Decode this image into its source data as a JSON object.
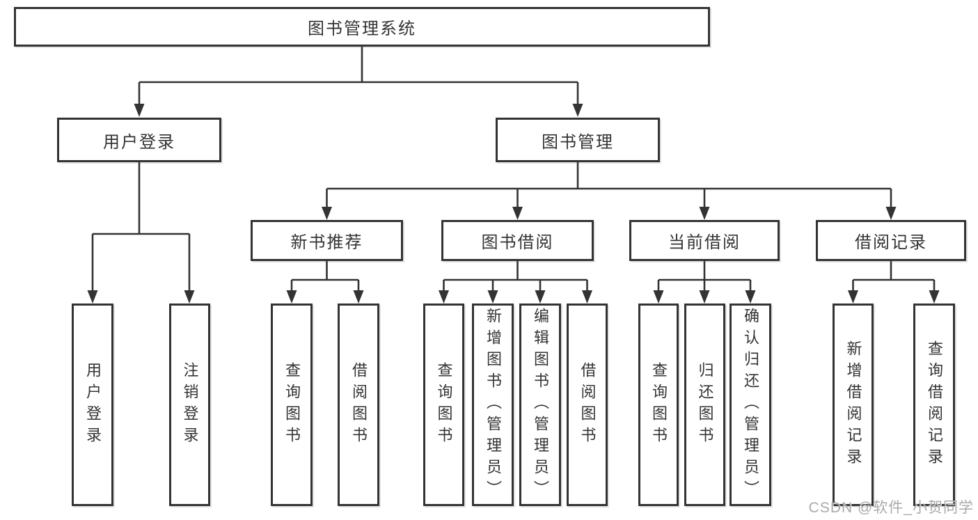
{
  "tree": {
    "root": {
      "label": "图书管理系统",
      "children": [
        {
          "label": "用户登录",
          "children": [
            {
              "label": "用户登录"
            },
            {
              "label": "注销登录"
            }
          ]
        },
        {
          "label": "图书管理",
          "children": [
            {
              "label": "新书推荐",
              "children": [
                {
                  "label": "查询图书"
                },
                {
                  "label": "借阅图书"
                }
              ]
            },
            {
              "label": "图书借阅",
              "children": [
                {
                  "label": "查询图书"
                },
                {
                  "label": "新增图书（管理员）"
                },
                {
                  "label": "编辑图书（管理员）"
                },
                {
                  "label": "借阅图书"
                }
              ]
            },
            {
              "label": "当前借阅",
              "children": [
                {
                  "label": "查询图书"
                },
                {
                  "label": "归还图书"
                },
                {
                  "label": "确认归还（管理员）"
                }
              ]
            },
            {
              "label": "借阅记录",
              "children": [
                {
                  "label": "新增借阅记录"
                },
                {
                  "label": "查询借阅记录"
                }
              ]
            }
          ]
        }
      ]
    }
  },
  "watermark": {
    "text": "CSDN @软件_小贺同学"
  },
  "colors": {
    "line": "#333333",
    "text": "#333333",
    "box_background": "#ffffff",
    "watermark": "#a0a0a0",
    "background": "#ffffff"
  }
}
